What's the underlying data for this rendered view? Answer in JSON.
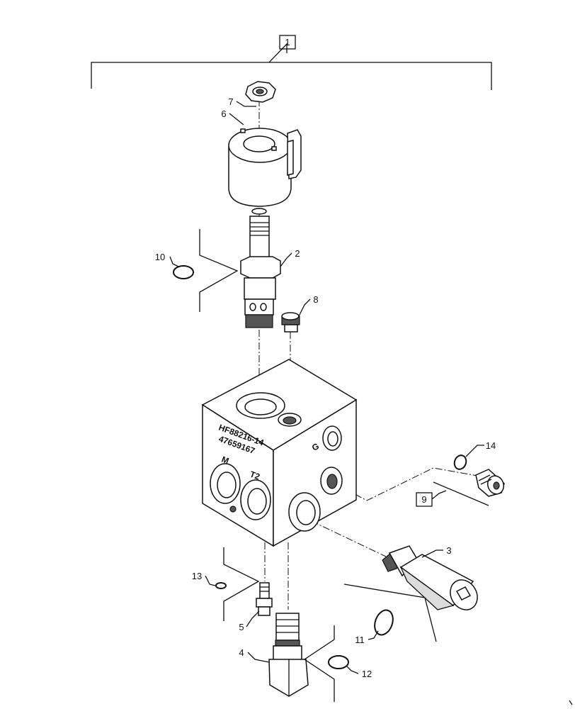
{
  "assembly": {
    "label": "1"
  },
  "callouts": [
    {
      "id": "7",
      "label": "7"
    },
    {
      "id": "6",
      "label": "6"
    },
    {
      "id": "10",
      "label": "10"
    },
    {
      "id": "2",
      "label": "2"
    },
    {
      "id": "8",
      "label": "8"
    },
    {
      "id": "14",
      "label": "14"
    },
    {
      "id": "9",
      "label": "9"
    },
    {
      "id": "3",
      "label": "3"
    },
    {
      "id": "13",
      "label": "13"
    },
    {
      "id": "5",
      "label": "5"
    },
    {
      "id": "11",
      "label": "11"
    },
    {
      "id": "4",
      "label": "4"
    },
    {
      "id": "12",
      "label": "12"
    }
  ],
  "block_markings": {
    "part_number": "HF88216-14",
    "serial": "47659167",
    "port_m": "M",
    "port_t2": "T2",
    "port_g": "G"
  }
}
